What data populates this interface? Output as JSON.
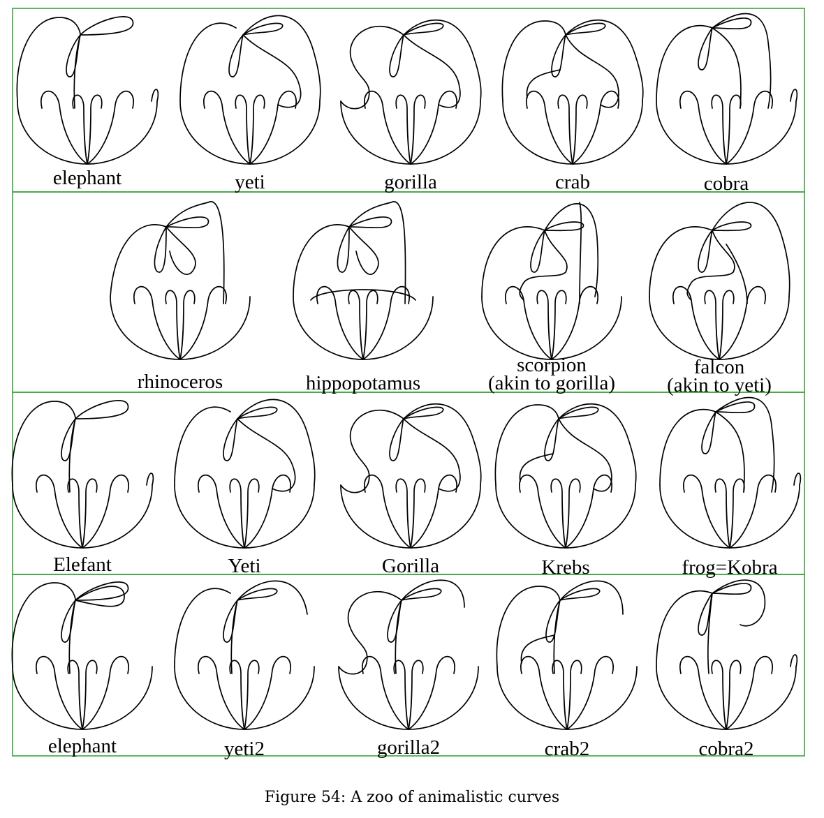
{
  "caption": "Figure 54: A zoo of animalistic curves",
  "colors": {
    "frame": "#3aa53a",
    "curve": "#000000"
  },
  "rows": [
    {
      "curves": [
        {
          "label": [
            "elephant"
          ],
          "variant": "elephant"
        },
        {
          "label": [
            "yeti"
          ],
          "variant": "yeti"
        },
        {
          "label": [
            "gorilla"
          ],
          "variant": "gorilla"
        },
        {
          "label": [
            "crab"
          ],
          "variant": "crab"
        },
        {
          "label": [
            "cobra"
          ],
          "variant": "cobra"
        }
      ]
    },
    {
      "curves": [
        {
          "label": [
            "rhinoceros"
          ],
          "variant": "rhino"
        },
        {
          "label": [
            "hippopotamus"
          ],
          "variant": "hippo"
        },
        {
          "label": [
            "scorpion",
            "(akin to gorilla)"
          ],
          "variant": "scorpion"
        },
        {
          "label": [
            "falcon",
            "(akin to yeti)"
          ],
          "variant": "falcon"
        }
      ]
    },
    {
      "curves": [
        {
          "label": [
            "Elefant"
          ],
          "variant": "elephant"
        },
        {
          "label": [
            "Yeti"
          ],
          "variant": "yeti"
        },
        {
          "label": [
            "Gorilla"
          ],
          "variant": "gorilla"
        },
        {
          "label": [
            "Krebs"
          ],
          "variant": "crab"
        },
        {
          "label": [
            "frog=Kobra"
          ],
          "variant": "cobra"
        }
      ]
    },
    {
      "curves": [
        {
          "label": [
            "elephant"
          ],
          "variant": "elephant2"
        },
        {
          "label": [
            "yeti2"
          ],
          "variant": "yeti2"
        },
        {
          "label": [
            "gorilla2"
          ],
          "variant": "gorilla2"
        },
        {
          "label": [
            "crab2"
          ],
          "variant": "crab2"
        },
        {
          "label": [
            "cobra2"
          ],
          "variant": "cobra2"
        }
      ]
    }
  ]
}
